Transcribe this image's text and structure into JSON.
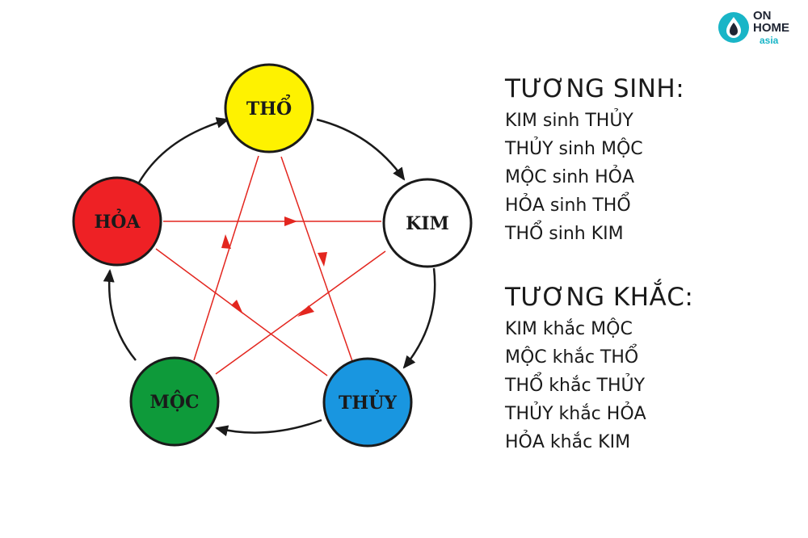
{
  "logo": {
    "line1": "ON",
    "line2": "HOME",
    "sub": "asia"
  },
  "elements": {
    "tho": {
      "label": "THỔ",
      "fill": "#fef200"
    },
    "kim": {
      "label": "KIM",
      "fill": "#ffffff"
    },
    "thuy": {
      "label": "THỦY",
      "fill": "#1996e0"
    },
    "moc": {
      "label": "MỘC",
      "fill": "#0e9a3a"
    },
    "hoa": {
      "label": "HỎA",
      "fill": "#ee2125"
    }
  },
  "colors": {
    "generating": "#1a1a1a",
    "overcoming": "#e3261f"
  },
  "tuong_sinh": {
    "title": "TƯƠNG SINH:",
    "items": [
      "KIM sinh THỦY",
      "THỦY sinh MỘC",
      "MỘC sinh HỎA",
      "HỎA sinh THỔ",
      "THỔ sinh KIM"
    ]
  },
  "tuong_khac": {
    "title": "TƯƠNG KHẮC:",
    "items": [
      "KIM khắc MỘC",
      "MỘC khắc THỔ",
      "THỔ khắc THỦY",
      "THỦY khắc HỎA",
      "HỎA khắc KIM"
    ]
  }
}
